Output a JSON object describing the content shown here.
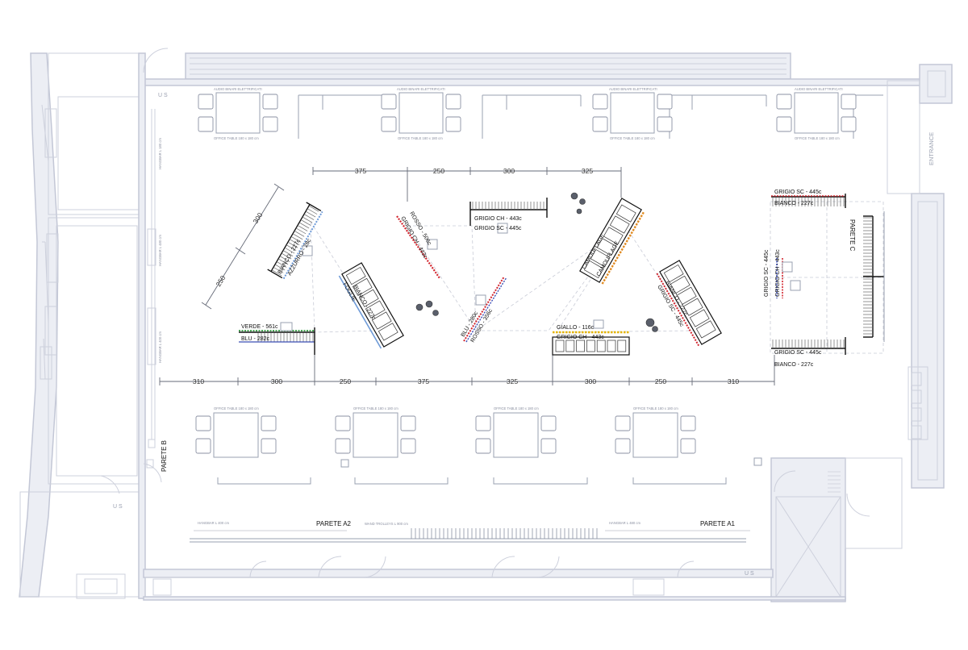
{
  "labels": {
    "parete_a1": "PARETE A1",
    "parete_a2": "PARETE A2",
    "parete_b": "PARETE B",
    "parete_c": "PARETE C",
    "entrance": "ENTRANCE",
    "us": "U S"
  },
  "dimensions_top": [
    "375",
    "250",
    "300",
    "325"
  ],
  "dimensions_bottom": [
    "310",
    "300",
    "250",
    "375",
    "325",
    "300",
    "250",
    "310"
  ],
  "dimensions_diagonal": [
    "300",
    "250"
  ],
  "rack_labels": {
    "verde": "VERDE - 561c",
    "blu_282": "BLU - 282c",
    "bianco_227_a": "BIANCO - 227c",
    "azzurro": "AZZURRO - 28c",
    "foglie": "FOGLIE",
    "bianco_227_b": "BIANCO - 227c",
    "rosso_506": "ROSSO - 506c",
    "grigio_ch_443_a": "GRIGIO CH - 443c",
    "grigio_ch_443_b": "GRIGIO CH - 443c",
    "grigio_sc_445_a": "GRIGIO SC - 445c",
    "blu_280": "BLU - 280c",
    "rosso_356": "ROSSO - 356c",
    "camouflage_a": "CAMOUFLAGE",
    "camouflage_b": "CAMOUFLAGE",
    "giallo": "GIALLO - 116c",
    "grigio_ch_443_c": "GRIGIO CH - 443c",
    "bianco_227_c": "BIANCO - 227c",
    "grigio_sc_445_b": "GRIGIO SC - 445c",
    "grigio_sc_445_c": "GRIGIO SC - 445c",
    "bianco_227_d": "BIANCO - 227c",
    "grigio_sc_445_d": "GRIGIO SC - 445c",
    "grigio_ch_443_d": "GRIGIO CH - 443c",
    "grigio_sc_445_e": "GRIGIO SC - 445c",
    "bianco_227_e": "BIANCO - 227c"
  },
  "small_notes": {
    "office_table": "OFFICE TABLE 180 x 180 cm",
    "binari": "AUDIO BINARI ELETTRIFICATI",
    "hangbar_400": "HANGBAR L 400 cm",
    "hangbar_480": "HANGBAR L 480 cm",
    "hangbar_180": "HANGBAR L 180 cm",
    "wand_trolley": "WAND TROLLEYS L 900 cm"
  },
  "colors": {
    "verde": "#2e9a3c",
    "blu": "#3a4db5",
    "azzurro": "#6f9bd8",
    "rosso": "#d2262f",
    "giallo": "#e4b400",
    "arancio": "#e08a20",
    "bianco_marker": "#9aa0b0"
  }
}
